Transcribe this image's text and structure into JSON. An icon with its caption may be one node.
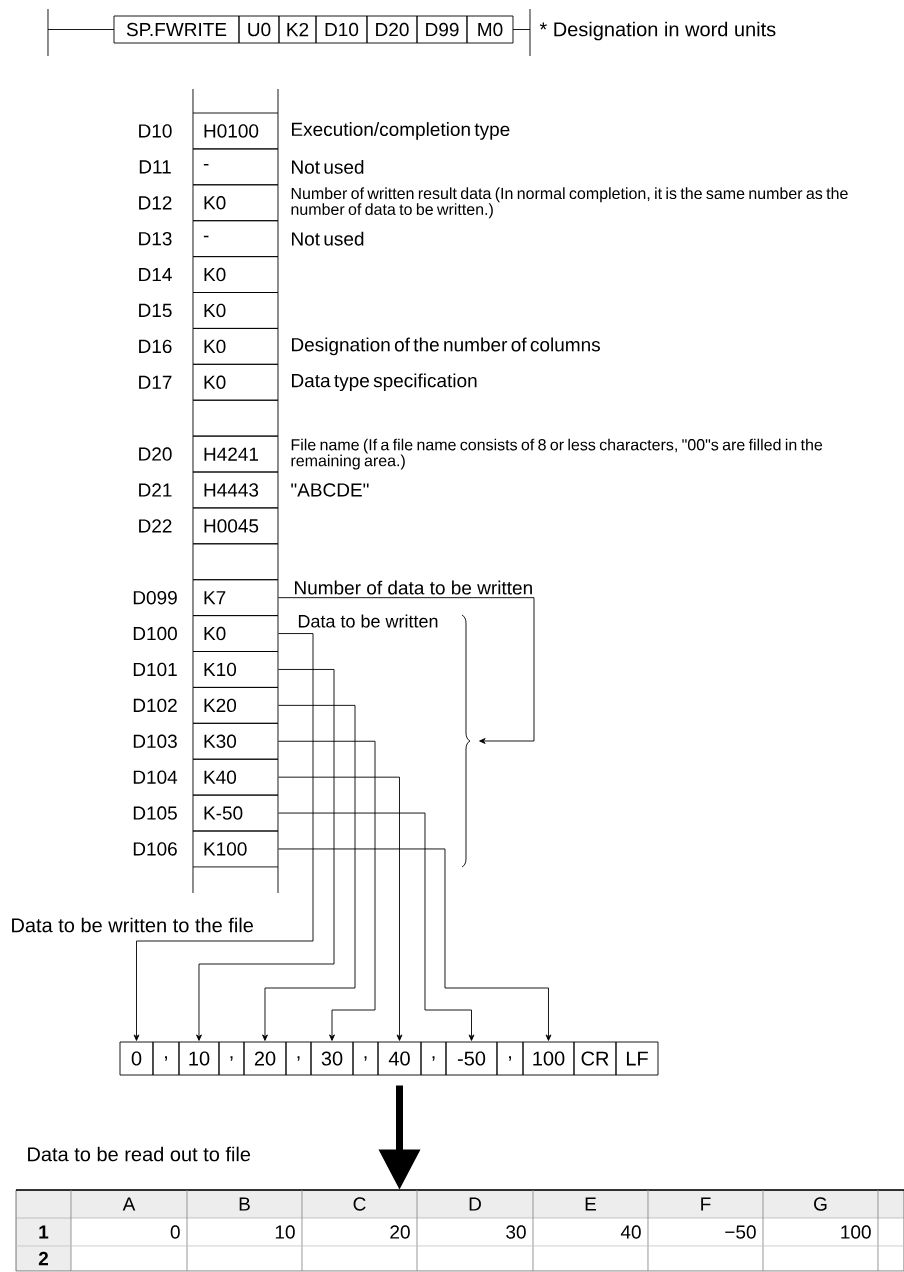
{
  "diagram": {
    "nodes": [
      {
        "text": [
          "SP.FWRITE"
        ]
      },
      {
        "text": [
          "U0"
        ]
      },
      {
        "text": [
          "K2"
        ]
      },
      {
        "text": [
          "D10"
        ]
      },
      {
        "text": [
          "D20"
        ]
      },
      {
        "text": [
          "D99"
        ]
      },
      {
        "text": [
          "M0"
        ]
      },
      {
        "text": [
          "H0100"
        ],
        "beside": [
          "D10",
          "Execution/completion type"
        ]
      },
      {
        "text": [
          "-"
        ],
        "beside": [
          "D11",
          "Not used"
        ]
      },
      {
        "text": [
          "K0"
        ],
        "beside": [
          "D12",
          "Number of written result data (In normal completion, it is the same number as the number of data to be written.)"
        ]
      },
      {
        "text": [
          "-"
        ],
        "beside": [
          "D13",
          "Not used"
        ]
      },
      {
        "text": [
          "K0"
        ],
        "beside": [
          "D14"
        ]
      },
      {
        "text": [
          "K0"
        ],
        "beside": [
          "D15"
        ]
      },
      {
        "text": [
          "K0"
        ],
        "beside": [
          "D16",
          "Designation of the number of columns"
        ]
      },
      {
        "text": [
          "K0"
        ],
        "beside": [
          "D17",
          "Data type specification"
        ]
      },
      {
        "text": [],
        "shape": "box"
      },
      {
        "text": [
          "H4241"
        ],
        "beside": [
          "D20",
          "File name (If a file name consists of 8 or less characters, \"00\"s are filled in the remaining area.)"
        ]
      },
      {
        "text": [
          "H4443"
        ],
        "beside": [
          "D21",
          "\"ABCDE\""
        ]
      },
      {
        "text": [
          "H0045"
        ],
        "beside": [
          "D22"
        ]
      },
      {
        "text": [],
        "shape": "box"
      },
      {
        "text": [
          "K7"
        ],
        "beside": [
          "D099"
        ]
      },
      {
        "text": [
          "K0"
        ],
        "beside": [
          "D100"
        ]
      },
      {
        "text": [
          "K10"
        ],
        "beside": [
          "D101"
        ]
      },
      {
        "text": [
          "K20"
        ],
        "beside": [
          "D102"
        ]
      },
      {
        "text": [
          "K30"
        ],
        "beside": [
          "D103"
        ]
      },
      {
        "text": [
          "K40"
        ],
        "beside": [
          "D104"
        ]
      },
      {
        "text": [
          "K-50"
        ],
        "beside": [
          "D105"
        ]
      },
      {
        "text": [
          "K100"
        ],
        "beside": [
          "D106"
        ]
      },
      {
        "text": [],
        "shape": "brace"
      },
      {
        "text": [
          "0"
        ]
      },
      {
        "text": [
          ","
        ]
      },
      {
        "text": [
          "10"
        ]
      },
      {
        "text": [
          ","
        ]
      },
      {
        "text": [
          "20"
        ]
      },
      {
        "text": [
          ","
        ]
      },
      {
        "text": [
          "30"
        ]
      },
      {
        "text": [
          ","
        ]
      },
      {
        "text": [
          "40"
        ]
      },
      {
        "text": [
          ","
        ]
      },
      {
        "text": [
          "-50"
        ]
      },
      {
        "text": [
          ","
        ]
      },
      {
        "text": [
          "100"
        ]
      },
      {
        "text": [
          "CR"
        ]
      },
      {
        "text": [
          "LF"
        ]
      },
      {
        "text": [],
        "shape": "table"
      }
    ],
    "edges": [
      {
        "from": 20,
        "to": 28,
        "arrow": "to",
        "label": "Number of data to be written"
      },
      {
        "from": 21,
        "to": 29,
        "arrow": "to"
      },
      {
        "from": 22,
        "to": 31,
        "arrow": "to"
      },
      {
        "from": 23,
        "to": 33,
        "arrow": "to"
      },
      {
        "from": 24,
        "to": 35,
        "arrow": "to"
      },
      {
        "from": 25,
        "to": 37,
        "arrow": "to"
      },
      {
        "from": 26,
        "to": 39,
        "arrow": "to"
      },
      {
        "from": 27,
        "to": 41,
        "arrow": "to"
      },
      {
        "from": 37,
        "to": 44,
        "arrow": "to",
        "style": "thick"
      }
    ],
    "labels": [
      "* Designation in word units",
      "Data to be written",
      "Data to be written to the file",
      "Data to be read out to file",
      "A",
      "B",
      "C",
      "D",
      "E",
      "F",
      "G",
      "1",
      "0",
      "10",
      "20",
      "30",
      "40",
      "−50",
      "100",
      "2"
    ]
  }
}
